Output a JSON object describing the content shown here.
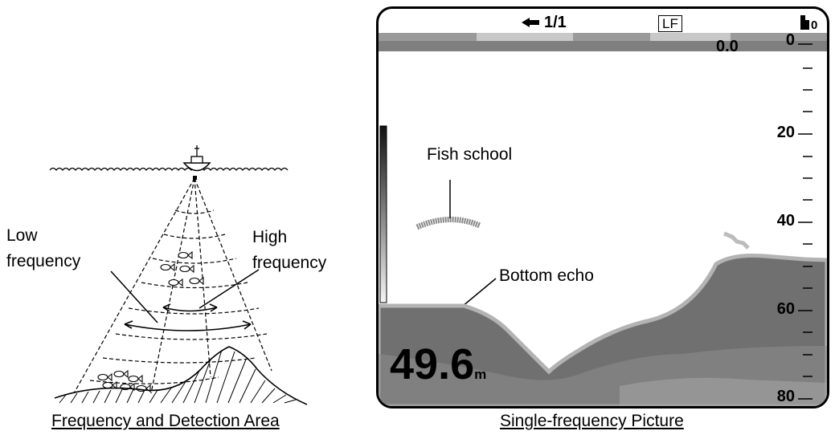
{
  "left_panel": {
    "caption": "Frequency and Detection Area",
    "label_low_line1": "Low",
    "label_low_line2": "frequency",
    "label_high_line1": "High",
    "label_high_line2": "frequency"
  },
  "right_panel": {
    "caption": "Single-frequency Picture",
    "screen": {
      "range_indicator": "1/1",
      "frequency_mode": "LF",
      "top_right_value": "0",
      "shift_readout": "0.0",
      "depth_value": "49.6",
      "depth_unit": "m",
      "scale_labels": [
        "0",
        "20",
        "40",
        "60",
        "80"
      ],
      "annotation_fish": "Fish school",
      "annotation_bottom": "Bottom echo"
    }
  },
  "colors": {
    "bottom_fill": "#6f6f6f",
    "bottom_edge": "#b5b5b5",
    "header_bar": "#8a8a8a"
  }
}
